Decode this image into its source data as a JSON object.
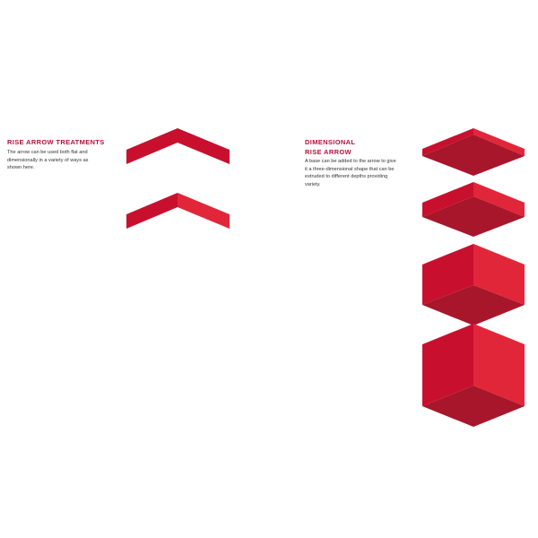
{
  "left_section": {
    "heading": "RISE ARROW TREATMENTS",
    "body": "The arrow can be used both flat and dimensionally in a variety of ways as shown here."
  },
  "right_section": {
    "heading_line1": "DIMENSIONAL",
    "heading_line2": "RISE ARROW",
    "body": "A base can be added to the arrow to give it a three-dimensional shape that can be extruded to different depths providing variety."
  },
  "colors": {
    "heading": "#b5123a",
    "arrow_red": "#c8102e",
    "arrow_light": "#e2263a",
    "arrow_dark": "#a8162b"
  },
  "illustrations": {
    "flat_arrows": [
      "flat-arrow",
      "two-tone-arrow"
    ],
    "dimensional_arrows": [
      "extruded-arrow-shallow",
      "extruded-arrow-medium",
      "extruded-arrow-deep",
      "extruded-arrow-deepest"
    ]
  }
}
